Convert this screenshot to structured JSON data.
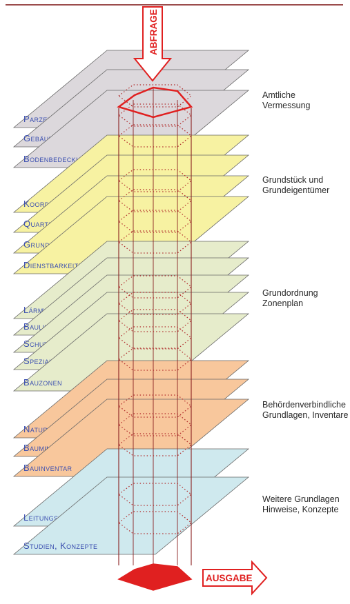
{
  "query_label": "ABFRAGE",
  "output_label": "AUSGABE",
  "colors": {
    "top_rule": "#7a1010",
    "accent_red": "#e02020",
    "label_blue": "#3b4fb0",
    "outline": "#666666",
    "grey_fill": "#dcd8dc",
    "yellow_fill": "#f7f2a2",
    "green_fill": "#e6eccb",
    "orange_fill": "#f8c79c",
    "blue_fill": "#cfe9ee"
  },
  "groups": [
    {
      "id": "amtliche-vermessung",
      "text": "Amtliche\nVermessung",
      "color": "#dcd8dc",
      "layers": [
        "Parzellen",
        "Gebäude",
        "Bodenbedeckung"
      ]
    },
    {
      "id": "grundstueck",
      "text": "Grundstück und\nGrundeigentümer",
      "color": "#f7f2a2",
      "layers": [
        "Koordinaten",
        "Quartier",
        "Grundeigentümer",
        "Dienstbarkeiten"
      ]
    },
    {
      "id": "grundordnung",
      "text": "Grundordnung\nZonenplan",
      "color": "#e6eccb",
      "layers": [
        "Lärmvorbelastung",
        "Baulinien",
        "Schutzzonen",
        "Spezialzonen",
        "Bauzonen"
      ]
    },
    {
      "id": "behoerden",
      "text": "Behördenverbindliche\nGrundlagen, Inventare",
      "color": "#f8c79c",
      "layers": [
        "Naturgefahren",
        "Bauminventar",
        "Bauinventar"
      ]
    },
    {
      "id": "weitere",
      "text": "Weitere Grundlagen\nHinweise, Konzepte",
      "color": "#cfe9ee",
      "layers": [
        "Leitungskataster",
        "Studien, Konzepte"
      ]
    }
  ]
}
